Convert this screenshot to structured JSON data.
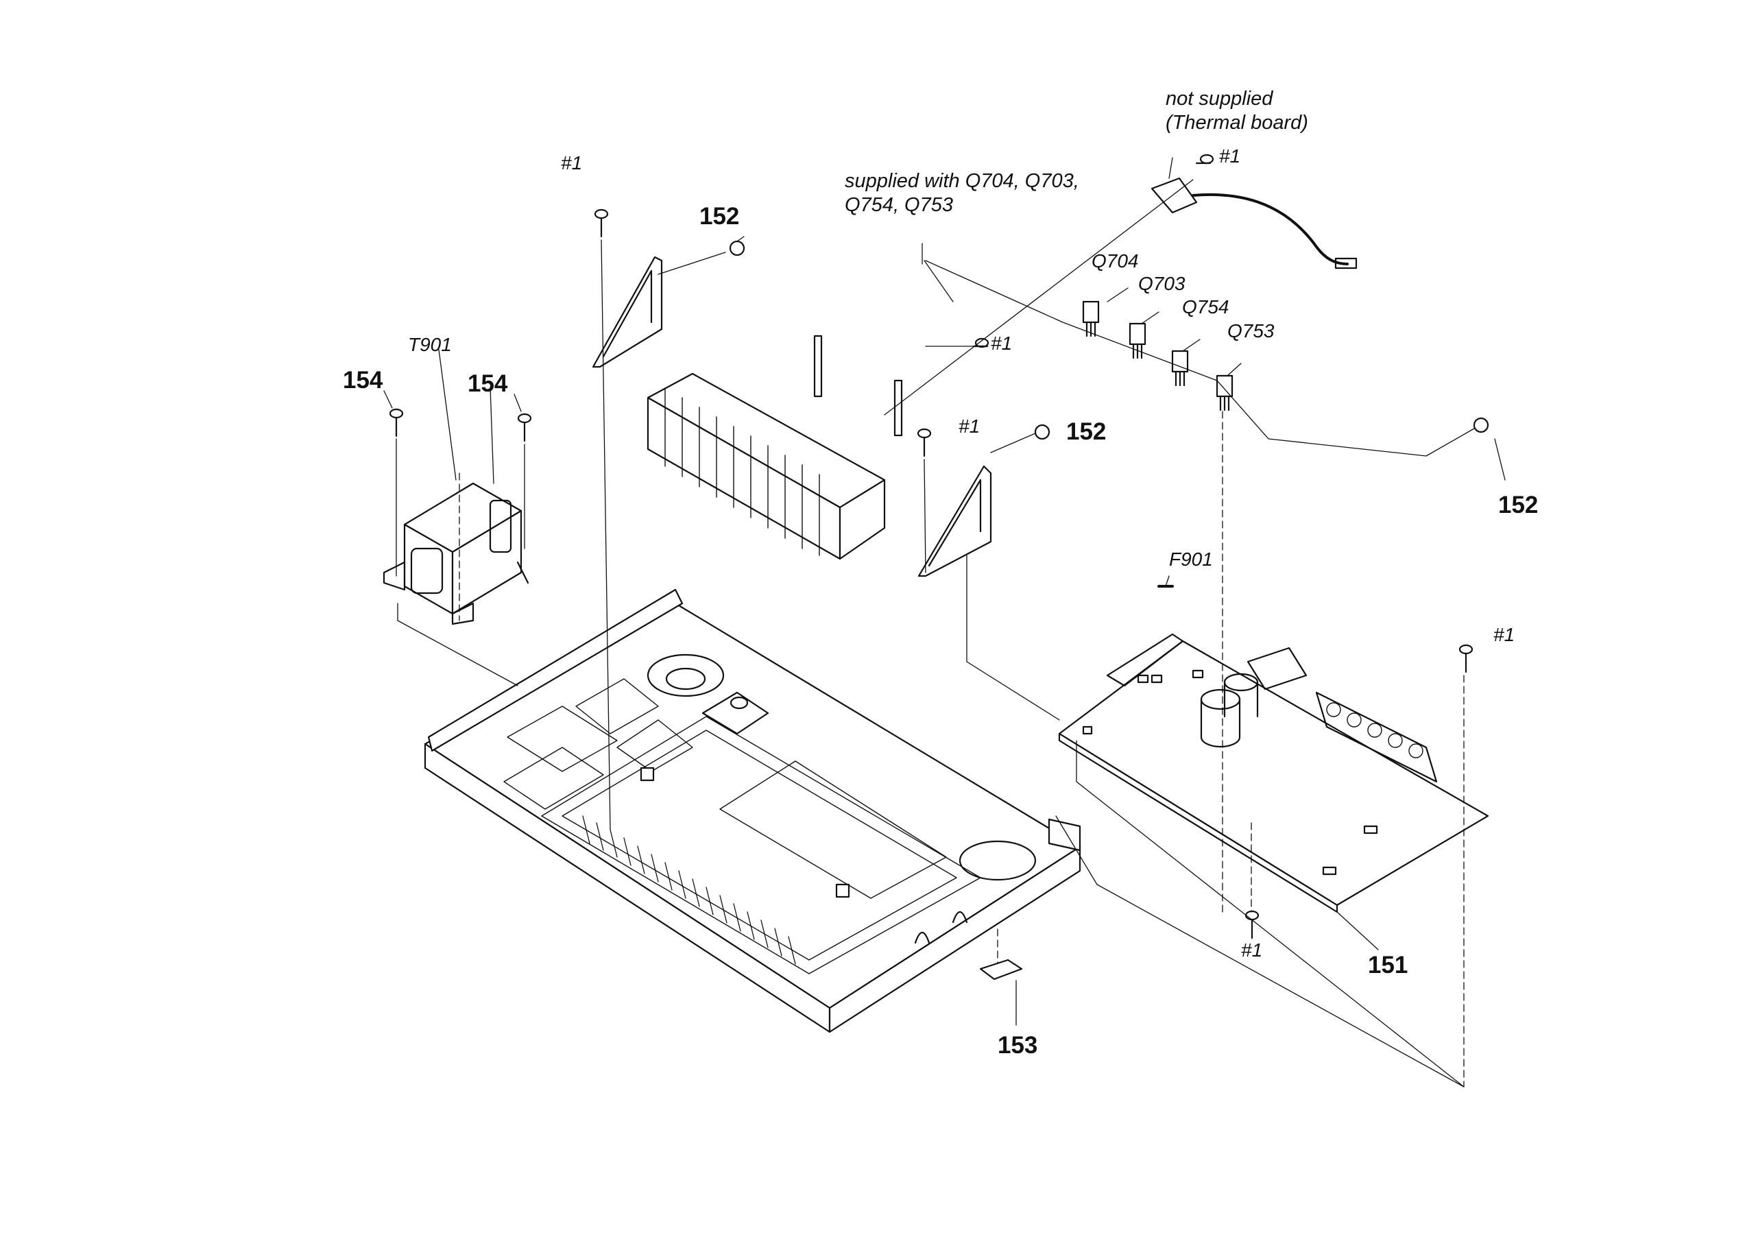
{
  "labels": {
    "not_supplied": "not supplied",
    "thermal_board": "(Thermal board)",
    "supplied_with_line1": "supplied with Q704, Q703,",
    "supplied_with_line2": "Q754, Q753",
    "t901": "T901",
    "q704": "Q704",
    "q703": "Q703",
    "q754": "Q754",
    "q753": "Q753",
    "f901": "F901",
    "p151": "151",
    "p152": "152",
    "p153": "153",
    "p154": "154",
    "screw_1": "#1"
  },
  "colors": {
    "line": "#111111",
    "background": "#ffffff"
  }
}
